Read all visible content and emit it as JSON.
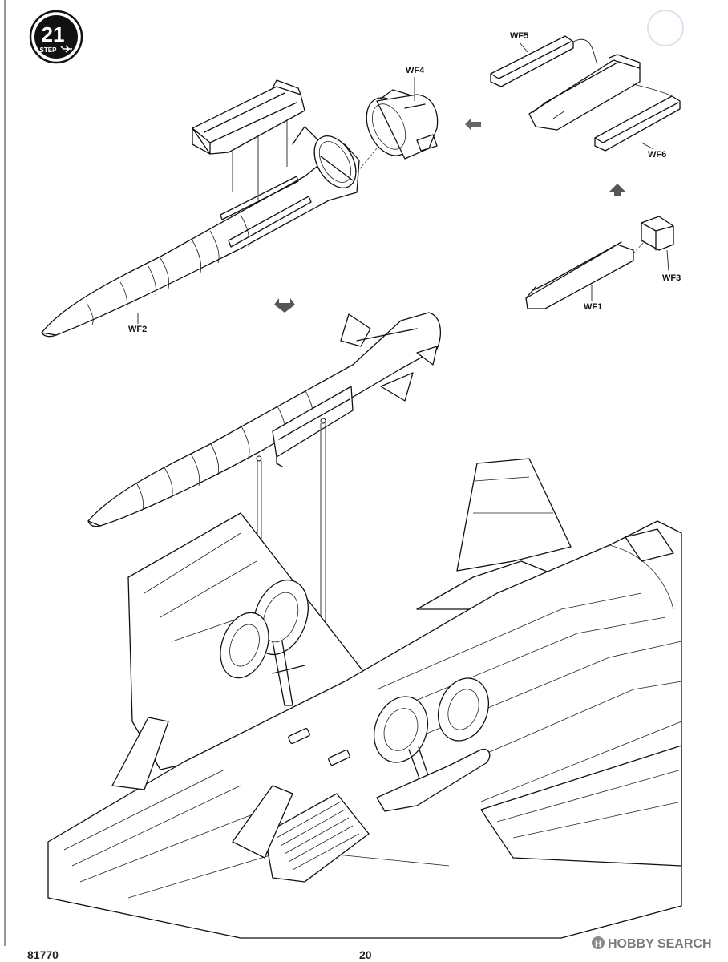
{
  "step": {
    "number": "21",
    "label": "STEP"
  },
  "parts": {
    "wf1": "WF1",
    "wf2": "WF2",
    "wf3": "WF3",
    "wf4": "WF4",
    "wf5": "WF5",
    "wf6": "WF6"
  },
  "footer": {
    "kit_number": "81770",
    "page_number": "20"
  },
  "watermark": {
    "brand": "HOBBY SEARCH",
    "logo_letter": "H"
  }
}
